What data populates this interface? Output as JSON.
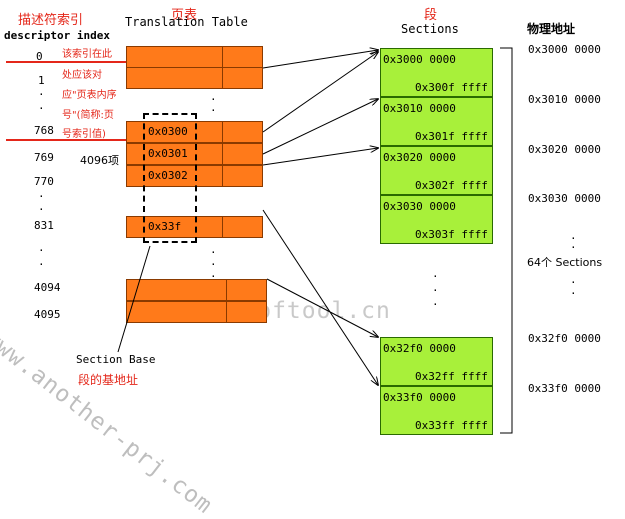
{
  "headers": {
    "descriptor_cn": "描述符索引",
    "descriptor_en": "descriptor index",
    "page_table_cn": "页表",
    "page_table_en": "Translation Table",
    "sections_cn": "段",
    "sections_en": "Sections",
    "physical_cn": "物理地址"
  },
  "note": {
    "line1": "该索引在此",
    "line2": "处应该对",
    "line3": "应\"页表内序",
    "line4": "号\"(简称:页",
    "line5": "号索引值)"
  },
  "indices": [
    "0",
    "1",
    "·",
    "·",
    "768",
    "769",
    "770",
    "·",
    "·",
    "831",
    "·",
    "·",
    "4094",
    "4095"
  ],
  "entries_label": "4096项",
  "table_entries": [
    "0x0300",
    "0x0301",
    "0x0302",
    "0x33f"
  ],
  "section_base_en": "Section Base",
  "section_base_cn": "段的基地址",
  "sections": [
    {
      "start": "0x3000 0000",
      "end": "0x300f ffff"
    },
    {
      "start": "0x3010 0000",
      "end": "0x301f ffff"
    },
    {
      "start": "0x3020 0000",
      "end": "0x302f ffff"
    },
    {
      "start": "0x3030 0000",
      "end": "0x303f ffff"
    },
    {
      "start": "0x32f0 0000",
      "end": "0x32ff ffff"
    },
    {
      "start": "0x33f0 0000",
      "end": "0x33ff ffff"
    }
  ],
  "physical": [
    "0x3000 0000",
    "0x3010 0000",
    "0x3020 0000",
    "0x3030 0000",
    "0x32f0 0000",
    "0x33f0 0000"
  ],
  "sections_count_label": "64个 Sections",
  "watermarks": {
    "left": "www.another-prj.com",
    "middle": "www.softool.cn"
  }
}
